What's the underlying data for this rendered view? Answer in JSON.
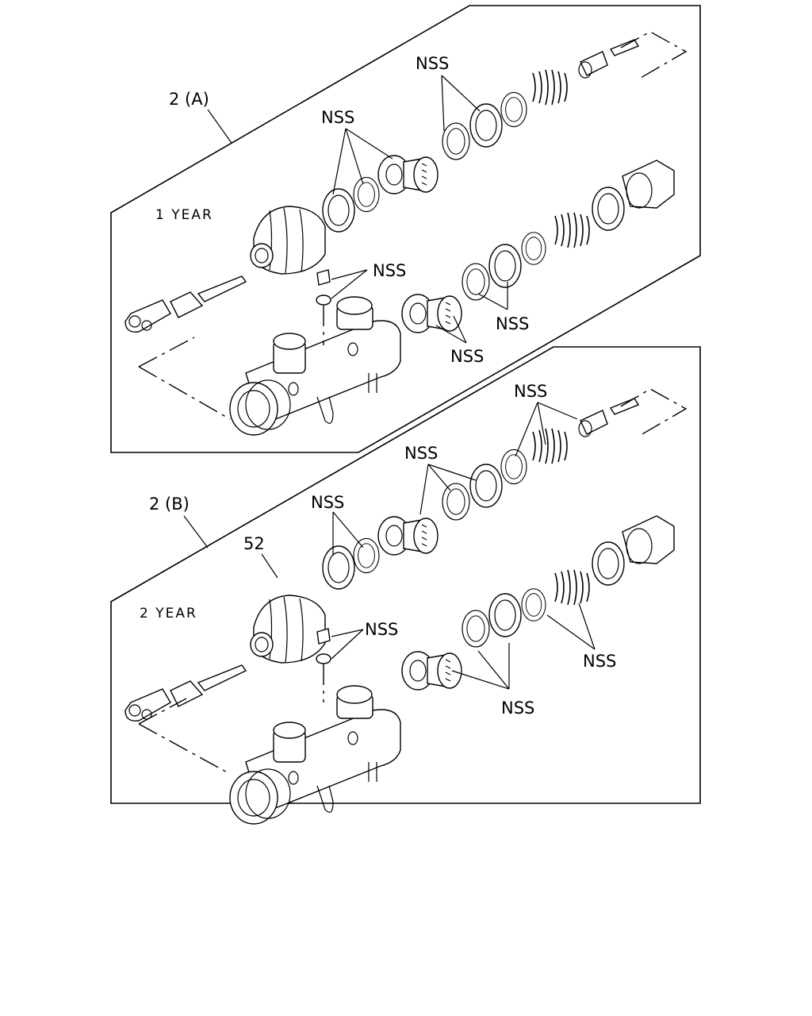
{
  "diagram": {
    "kit_a": {
      "ref": "2 (A)",
      "caption": "1 YEAR",
      "labels": [
        "NSS",
        "NSS",
        "NSS",
        "NSS",
        "NSS"
      ]
    },
    "kit_b": {
      "ref": "2 (B)",
      "caption": "2 YEAR",
      "boot_ref": "52",
      "labels": [
        "NSS",
        "NSS",
        "NSS",
        "NSS",
        "NSS",
        "NSS"
      ]
    }
  }
}
